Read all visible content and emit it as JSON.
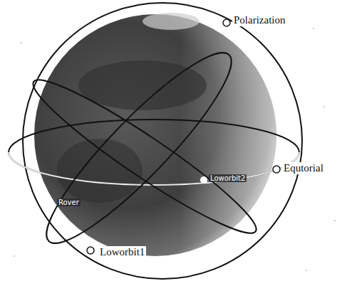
{
  "diagram": {
    "labels": [
      "Polarization",
      "Equtorial",
      "Loworbit2",
      "Rover",
      "Loworbit1"
    ]
  }
}
